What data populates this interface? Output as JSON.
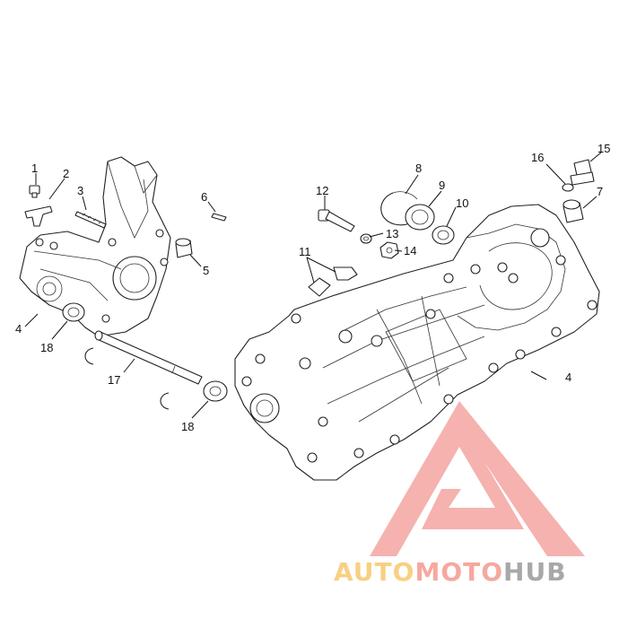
{
  "diagram": {
    "callouts": [
      "1",
      "2",
      "3",
      "4",
      "5",
      "6",
      "7",
      "8",
      "9",
      "10",
      "11",
      "12",
      "13",
      "14",
      "15",
      "16",
      "17",
      "18"
    ],
    "second_labels": {
      "four": "4",
      "eighteen": "18"
    }
  },
  "watermark": {
    "part1": "AUTO",
    "part2": "MOTO",
    "part3": "HUB",
    "color_triangle": "#f4a5a1",
    "color_auto": "#f7c86d",
    "color_moto": "#f59a8f",
    "color_hub": "#9a9a9a"
  }
}
